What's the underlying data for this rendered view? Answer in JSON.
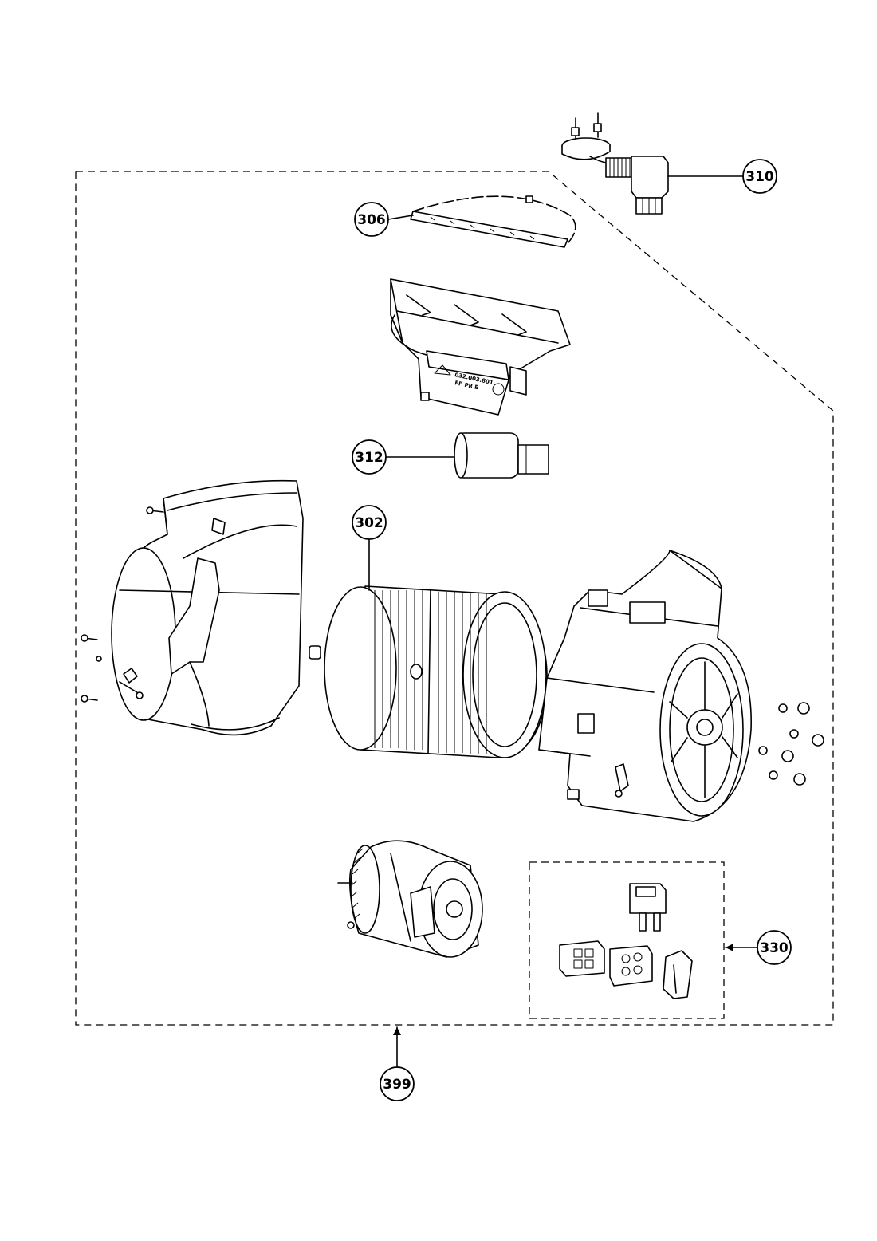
{
  "callouts": {
    "power_cord": "310",
    "light_cover": "306",
    "capacitor": "312",
    "blower_wheel": "302",
    "electrical_kit": "330",
    "blower_assembly": "399"
  },
  "housing_label": {
    "code": "032.003.801",
    "marks": "FP PR E"
  }
}
